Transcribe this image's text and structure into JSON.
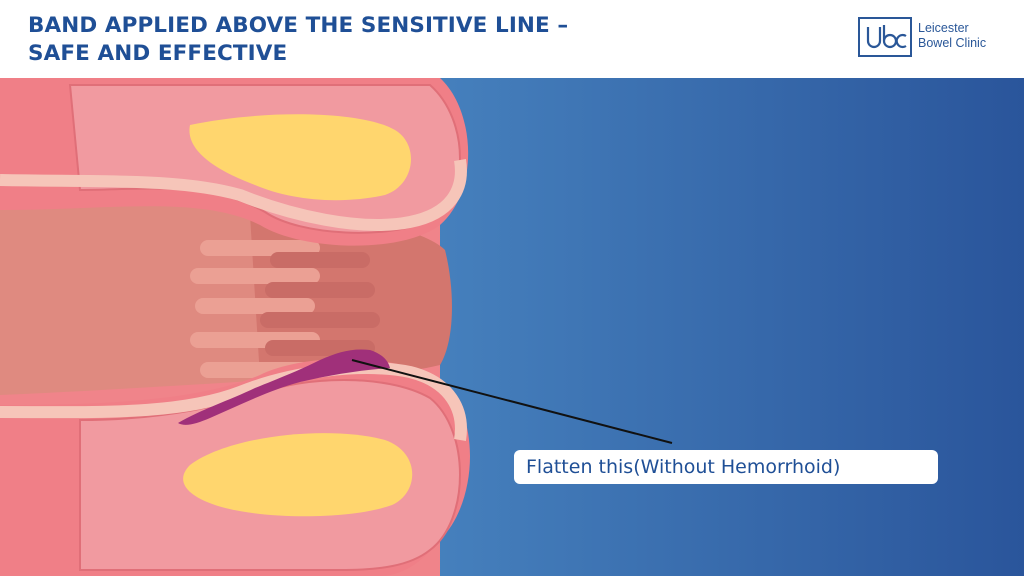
{
  "header": {
    "title_line1": "BAND APPLIED ABOVE THE SENSITIVE LINE –",
    "title_line2": "SAFE AND EFFECTIVE"
  },
  "logo": {
    "mark": "ubc",
    "name_line1": "Leicester",
    "name_line2": "Bowel Clinic"
  },
  "callout": {
    "text": "Flatten this(Without Hemorrhoid)"
  },
  "colors": {
    "title_blue": "#1f4f96",
    "background_light": "#5aa0d6",
    "background_dark": "#2a559b",
    "tissue_pink": "#f0848a",
    "muscle_pink": "#ef9aa0",
    "fat_yellow": "#ffd66e",
    "canal_inner": "#d8776f",
    "hemorrhoid_purple": "#a0307a"
  }
}
